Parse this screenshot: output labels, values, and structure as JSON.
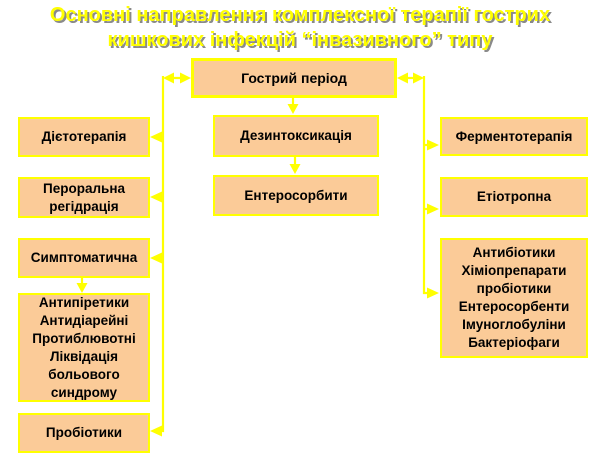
{
  "title": {
    "line1": "Основні направлення комплексної терапії гострих",
    "line2": "кишкових інфекцій “інвазивного” типу"
  },
  "colors": {
    "background": "#FFFFFF",
    "box_fill": "#FBCB98",
    "box_border": "#FFFF00",
    "connector": "#FFFF00",
    "title_text": "#FFFF00",
    "title_shadow": "#8A8A8A",
    "box_text": "#000000"
  },
  "diagram": {
    "root": {
      "id": "acute-period",
      "label": "Гострий період"
    },
    "left": [
      {
        "id": "diet-therapy",
        "label": "Дієтотерапія"
      },
      {
        "id": "oral-rehydration",
        "label": "Пероральна регідрація"
      },
      {
        "id": "symptomatic",
        "label": "Симптоматична"
      },
      {
        "id": "symptomatic-measures",
        "lines": [
          "Антипіретики",
          "Антидіарейні",
          "Протиблювотні",
          "Ліквідація больового синдрому"
        ]
      },
      {
        "id": "probiotics",
        "label": "Пробіотики"
      }
    ],
    "middle": [
      {
        "id": "detoxification",
        "label": "Дезинтоксикація"
      },
      {
        "id": "enterosorbents",
        "label": "Ентеросорбити"
      }
    ],
    "right": [
      {
        "id": "enzyme-therapy",
        "label": "Ферментотерапія"
      },
      {
        "id": "etiotropic",
        "label": "Етіотропна"
      },
      {
        "id": "etiotropic-means",
        "lines": [
          "Антибіотики",
          "Хіміопрепарати",
          "пробіотики",
          "Ентеросорбенти",
          "Імуноглобуліни",
          "Бактеріофаги"
        ]
      }
    ]
  }
}
